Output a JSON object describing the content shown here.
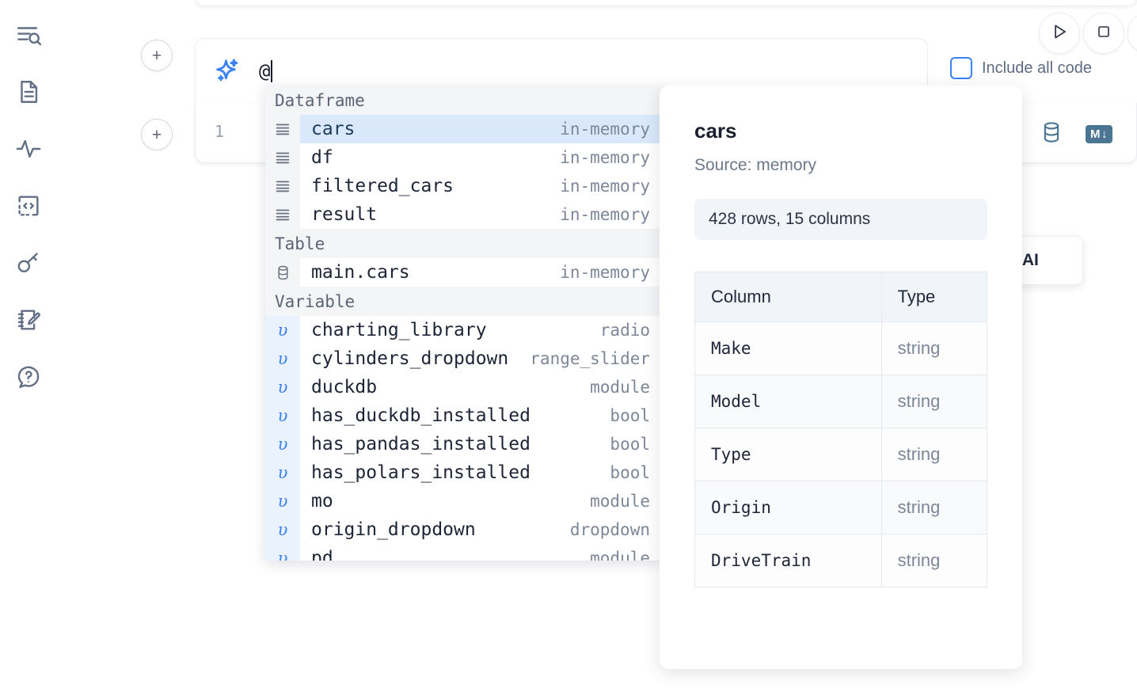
{
  "rail": {
    "items": [
      {
        "name": "explore-search-icon",
        "label": "Explore"
      },
      {
        "name": "notebook-file-icon",
        "label": "Notebook"
      },
      {
        "name": "activity-pulse-icon",
        "label": "Activity"
      },
      {
        "name": "snippets-code-icon",
        "label": "Snippets"
      },
      {
        "name": "secrets-key-icon",
        "label": "Secrets"
      },
      {
        "name": "scratchpad-edit-icon",
        "label": "Scratchpad"
      },
      {
        "name": "help-question-icon",
        "label": "Help"
      }
    ]
  },
  "toolbar": {
    "run_label": "Run",
    "stop_label": "Stop",
    "include_all_code_label": "Include all code",
    "include_all_code_checked": false
  },
  "ai_prompt": {
    "value": "@",
    "placeholder": "",
    "icon": "sparkle-icon"
  },
  "code_cell": {
    "line_number": "1",
    "database_icon": "database-icon",
    "markdown_badge": "M",
    "markdown_arrow": "↓"
  },
  "tooltip": {
    "text": "h AI"
  },
  "autocomplete": {
    "sections": [
      {
        "label": "Dataframe",
        "items": [
          {
            "name": "cars",
            "type": "in-memory",
            "icon": "dataframe-icon",
            "kind": "dataframe",
            "selected": true
          },
          {
            "name": "df",
            "type": "in-memory",
            "icon": "dataframe-icon",
            "kind": "dataframe",
            "selected": false
          },
          {
            "name": "filtered_cars",
            "type": "in-memory",
            "icon": "dataframe-icon",
            "kind": "dataframe",
            "selected": false
          },
          {
            "name": "result",
            "type": "in-memory",
            "icon": "dataframe-icon",
            "kind": "dataframe",
            "selected": false
          }
        ]
      },
      {
        "label": "Table",
        "items": [
          {
            "name": "main.cars",
            "type": "in-memory",
            "icon": "table-database-icon",
            "kind": "table",
            "selected": false
          }
        ]
      },
      {
        "label": "Variable",
        "items": [
          {
            "name": "charting_library",
            "type": "radio",
            "icon": "variable-icon",
            "kind": "variable",
            "selected": false
          },
          {
            "name": "cylinders_dropdown",
            "type": "range_slider",
            "icon": "variable-icon",
            "kind": "variable",
            "selected": false
          },
          {
            "name": "duckdb",
            "type": "module",
            "icon": "variable-icon",
            "kind": "variable",
            "selected": false
          },
          {
            "name": "has_duckdb_installed",
            "type": "bool",
            "icon": "variable-icon",
            "kind": "variable",
            "selected": false
          },
          {
            "name": "has_pandas_installed",
            "type": "bool",
            "icon": "variable-icon",
            "kind": "variable",
            "selected": false
          },
          {
            "name": "has_polars_installed",
            "type": "bool",
            "icon": "variable-icon",
            "kind": "variable",
            "selected": false
          },
          {
            "name": "mo",
            "type": "module",
            "icon": "variable-icon",
            "kind": "variable",
            "selected": false
          },
          {
            "name": "origin_dropdown",
            "type": "dropdown",
            "icon": "variable-icon",
            "kind": "variable",
            "selected": false
          },
          {
            "name": "pd",
            "type": "module",
            "icon": "variable-icon",
            "kind": "variable",
            "selected": false
          }
        ]
      }
    ],
    "variable_glyph": "υ"
  },
  "doc_panel": {
    "title": "cars",
    "source": "Source: memory",
    "shape": "428 rows, 15 columns",
    "table": {
      "headers": [
        "Column",
        "Type"
      ],
      "rows": [
        [
          "Make",
          "string"
        ],
        [
          "Model",
          "string"
        ],
        [
          "Type",
          "string"
        ],
        [
          "Origin",
          "string"
        ],
        [
          "DriveTrain",
          "string"
        ]
      ]
    }
  },
  "colors": {
    "accent_blue": "#3b82f6",
    "selection_blue": "#d9e9fb",
    "variable_gutter": "#eaf3fd",
    "section_header_bg": "#f4f5f7",
    "icon_teal": "#4a7593",
    "rail_icon": "#626f85"
  }
}
